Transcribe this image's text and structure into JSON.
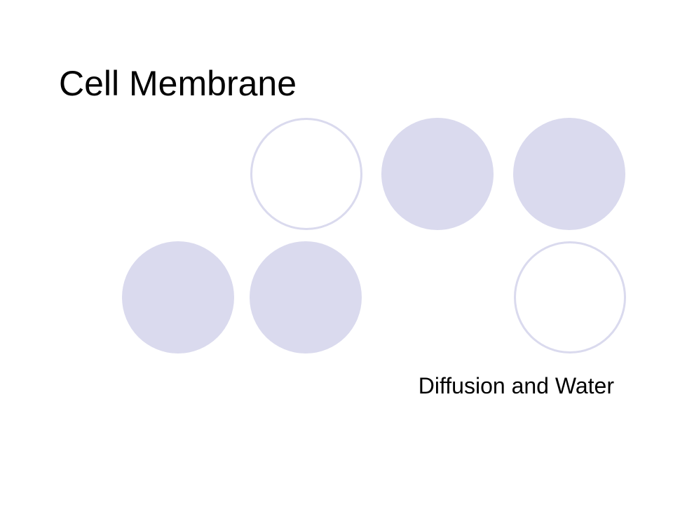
{
  "slide": {
    "title": "Cell Membrane",
    "subtitle": "Diffusion and Water"
  },
  "decoration": {
    "circle_color": "#dadaee",
    "circles": [
      {
        "style": "outline"
      },
      {
        "style": "filled"
      },
      {
        "style": "filled"
      },
      {
        "style": "filled"
      },
      {
        "style": "filled"
      },
      {
        "style": "outline"
      }
    ]
  }
}
